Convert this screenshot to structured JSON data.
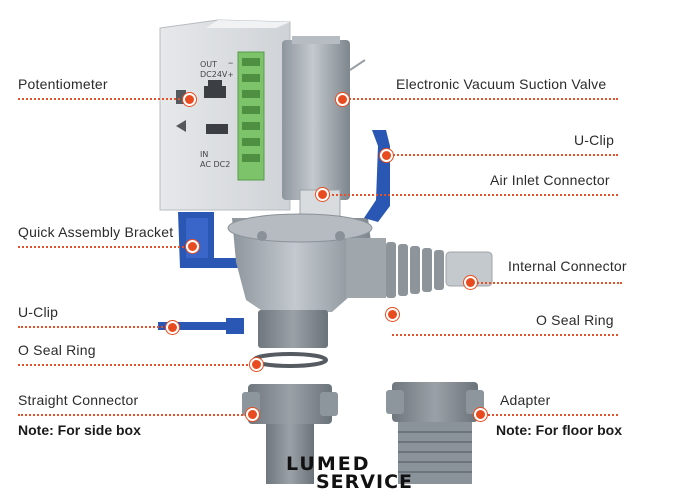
{
  "labels": {
    "potentiometer": "Potentiometer",
    "vacuum_valve": "Electronic Vacuum Suction Valve",
    "u_clip_top": "U-Clip",
    "air_inlet": "Air Inlet Connector",
    "bracket": "Quick Assembly Bracket",
    "internal_connector": "Internal Connector",
    "u_clip_left": "U-Clip",
    "o_seal_right": "O Seal Ring",
    "o_seal_left": "O Seal Ring",
    "straight_connector": "Straight Connector",
    "adapter": "Adapter"
  },
  "notes": {
    "side_box": "Note: For side box",
    "floor_box": "Note: For floor box"
  },
  "device_panel": {
    "out": "OUT",
    "dc24v": "DC24V",
    "minus": "−",
    "plus": "+",
    "in": "IN",
    "ac_dc2": "AC DC2"
  },
  "logo": {
    "line1": "LUMED",
    "line2": "SERVICE"
  },
  "colors": {
    "accent": "#e84b1f",
    "clip_blue": "#2a56b4",
    "body_gray": "#a9b0b6",
    "terminal_green": "#7cc36a"
  }
}
